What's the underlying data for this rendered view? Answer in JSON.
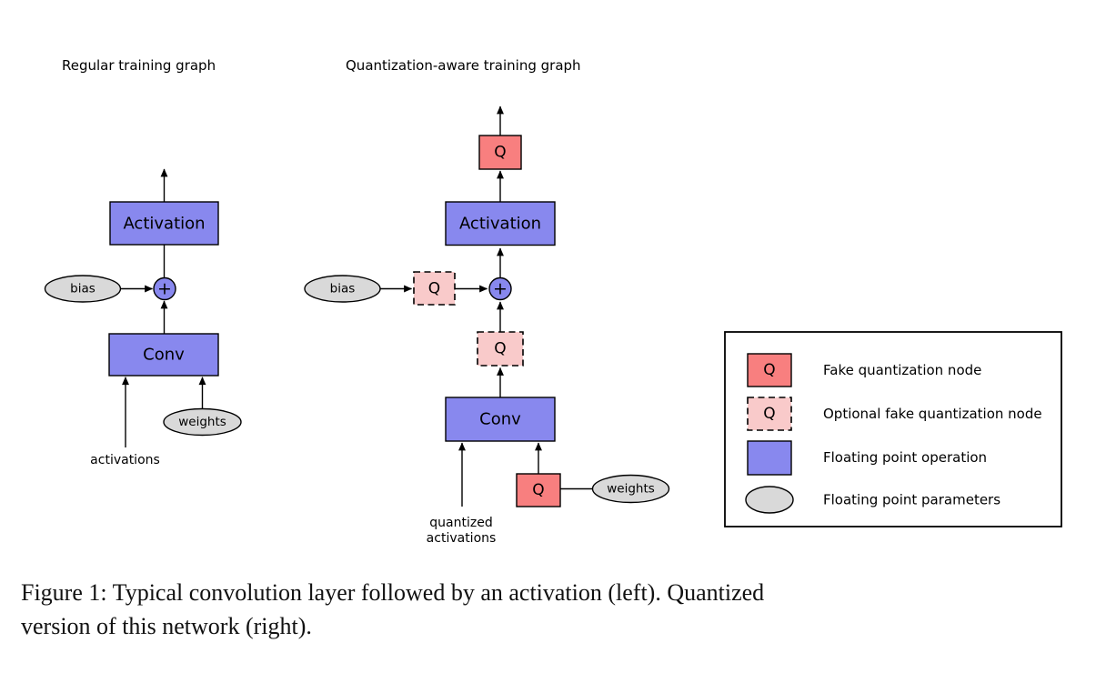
{
  "colors": {
    "purple": "#8888ee",
    "red": "#f87f7f",
    "pink": "#f9caca",
    "gray": "#d9d9d9",
    "line": "#000000"
  },
  "left_graph": {
    "title": "Regular training graph",
    "activation_label": "Activation",
    "conv_label": "Conv",
    "bias_label": "bias",
    "weights_label": "weights",
    "activations_label": "activations",
    "plus_label": "+"
  },
  "right_graph": {
    "title": "Quantization-aware training graph",
    "q_label": "Q",
    "activation_label": "Activation",
    "conv_label": "Conv",
    "bias_label": "bias",
    "weights_label": "weights",
    "quantized_activations_line1": "quantized",
    "quantized_activations_line2": "activations",
    "plus_label": "+"
  },
  "legend": {
    "q_label": "Q",
    "items": [
      {
        "symbol": "fake-quant-node",
        "label": "Fake quantization node"
      },
      {
        "symbol": "optional-fake-quant-node",
        "label": "Optional fake quantization node"
      },
      {
        "symbol": "floating-point-operation",
        "label": "Floating point operation"
      },
      {
        "symbol": "floating-point-parameters",
        "label": "Floating point parameters"
      }
    ]
  },
  "caption": {
    "line1": "Figure 1: Typical convolution layer followed by an activation (left). Quantized",
    "line2": "version of this network (right)."
  }
}
